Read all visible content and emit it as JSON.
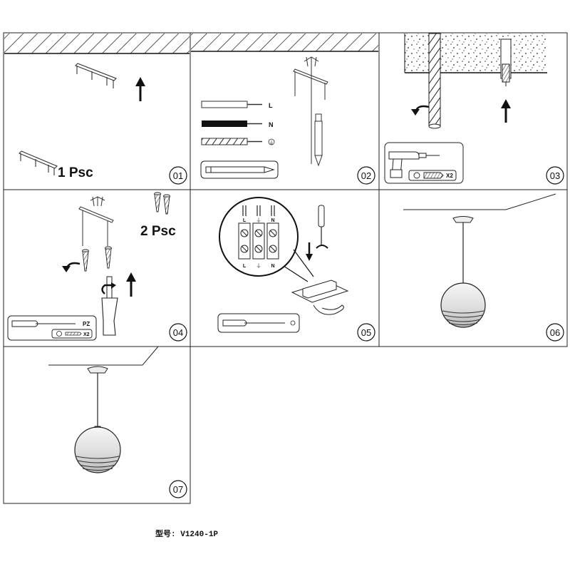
{
  "steps": [
    {
      "number": "01",
      "quantity": "1 Psc"
    },
    {
      "number": "02",
      "wires": [
        "L",
        "N",
        "⏚"
      ]
    },
    {
      "number": "03",
      "anchor_count": "X2"
    },
    {
      "number": "04",
      "quantity": "2 Psc",
      "screwdriver_tip": "PZ",
      "screw_count": "X2"
    },
    {
      "number": "05",
      "terminal_top": [
        "L",
        "⏚",
        "N"
      ],
      "terminal_bottom": [
        "L",
        "⏚",
        "N"
      ]
    },
    {
      "number": "06"
    },
    {
      "number": "07"
    }
  ],
  "model": {
    "label": "型号:",
    "value": "V1240-1P"
  },
  "icons": [
    "ceiling-hatch-icon",
    "mounting-bracket-icon",
    "up-arrow-icon",
    "rotate-arrow-icon",
    "screw-icon",
    "wall-plug-icon",
    "drill-icon",
    "screwdriver-icon",
    "pencil-icon",
    "terminal-block-icon",
    "pendant-lamp-icon"
  ]
}
